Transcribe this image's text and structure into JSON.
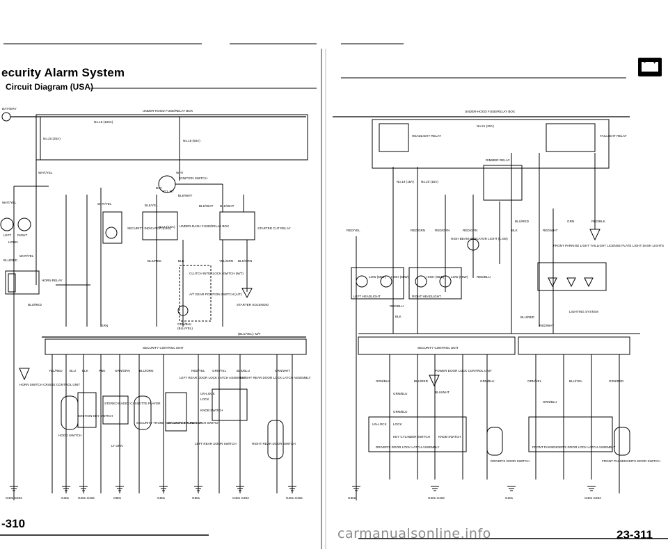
{
  "header": {
    "title": "ecurity Alarm System",
    "subtitle": "Circuit Diagram (USA)"
  },
  "footer": {
    "left_page": "-310",
    "right_page": "23-311",
    "watermark": "carmanualsonline.info"
  },
  "battery_icon": {
    "name": "battery-icon",
    "minus": "-",
    "plus": "+"
  },
  "left_diagram": {
    "battery_label": "BATTERY",
    "fuse_box": "UNDER-HOOD FUSE/RELAY BOX",
    "fuses": [
      "No.15 (100A)",
      "No.20 (20A)",
      "No.18 (50A)"
    ],
    "wires": [
      "WHT/YEL",
      "WHT/YEL",
      "WHT/YEL",
      "WHT/YEL",
      "BLU/RED",
      "BLU/RED",
      "WHT",
      "BLK/YEL",
      "BLK/WHT",
      "BLK/WHT",
      "BLK/WHT",
      "BLK/RED",
      "BLK",
      "YEL/GRN",
      "BLK/GRN",
      "GRN",
      "GRN/BLK",
      "(BLU/YEL)",
      "(BLU/YEL): M/T"
    ],
    "components": [
      "IGNITION SWITCH",
      "SECURITY INDICATOR (LED)",
      "No.4 (7.5A)",
      "UNDER-DASH FUSE/RELAY BOX",
      "STARTER CUT RELAY",
      "HORN RELAY",
      "STARTER SOLENOID",
      "LEFT",
      "RIGHT",
      "HORN",
      "CLUTCH INTERLOCK SWITCH (M/T)",
      "A/T GEAR POSITION SWITCH (A/T)"
    ],
    "ignition_terms": [
      "BAT",
      "IG1",
      "ST"
    ],
    "control_unit": "SECURITY CONTROL UNIT",
    "bottom_wires": [
      "YEL/RED",
      "BLU",
      "BLK",
      "PNK",
      "GRN/ORN",
      "BLU/ORN",
      "RED/YEL",
      "GRN/YEL",
      "BLK/BLU",
      "GRN/WHT"
    ],
    "bottom_components": [
      "HORN SWITCH CRUISE CONTROL UNIT",
      "HOOD SWITCH",
      "IGNITION KEY SWITCH",
      "STEREO RADIO/ CASSETTE PLAYER",
      "SECURITY TRUNK KEY CYLINDER SWITCH",
      "SECURITY TRUNK LATCH SWITCH",
      "LEFT REAR DOOR LOCK LATCH ASSEMBLY",
      "UN-LOCK",
      "LOCK",
      "KNOB SWITCH",
      "LEFT REAR DOOR SWITCH",
      "RIGHT REAR DOOR LOCK LATCH ASSEMBLY",
      "RIGHT REAR DOOR SWITCH",
      "LT GRN"
    ],
    "grounds": [
      "G401 G402",
      "G301",
      "G401 G402",
      "G601",
      "G501",
      "G501",
      "G401 G402",
      "G401 G402"
    ]
  },
  "right_diagram": {
    "fuse_box": "UNDER-HOOD FUSE/RELAY BOX",
    "fuses": [
      "No.21 (20A)",
      "No.19 (15A)",
      "No.20 (15A)"
    ],
    "components": [
      "HEADLIGHT RELAY",
      "TAILLIGHT RELAY",
      "DIMMER RELAY",
      "HIGH BEAM INDICATOR LIGHT (1.4W)",
      "LOW (55W)",
      "HIGH (60W)",
      "HIGH (65W)",
      "LOW (55W)",
      "LEFT HEADLIGHT",
      "RIGHT HEADLIGHT",
      "FRONT PARKING LIGHT TAILLIGHT LICENSE PLATE LIGHT DASH LIGHTS",
      "LIGHTING SYSTEM"
    ],
    "wires": [
      "RED/YEL",
      "RED/GRN",
      "RED/GRN",
      "RED/GRN",
      "BLU/RED",
      "GRN",
      "RED/BLK",
      "RED/WHT",
      "RED/BLU",
      "RED/BLU",
      "BLK",
      "BLK",
      "BLU/RED",
      "RED/WHT"
    ],
    "control_unit": "SECURITY CONTROL UNIT",
    "bottom_wires": [
      "GRN/BLK",
      "BLU/RED",
      "GRN/BLU",
      "GRN/BLU",
      "GRN/BLU",
      "BLU/WHT",
      "GRN/YEL",
      "BLU/YEL",
      "GRN/RED",
      "GRN/BLU"
    ],
    "bottom_components": [
      "POWER DOOR LOCK CONTROL UNIT",
      "UN-LOCK",
      "LOCK",
      "KEY CYLINDER SWITCH",
      "KNOB SWITCH",
      "DRIVER'S DOOR LOCK LATCH ASSEMBLY",
      "DRIVER'S DOOR SWITCH",
      "FRONT PASSENGER'S DOOR LOCK LATCH ASSEMBLY",
      "FRONT PASSENGER'S DOOR SWITCH"
    ],
    "grounds": [
      "G302",
      "G401 G402",
      "G201",
      "G401 G402"
    ]
  }
}
